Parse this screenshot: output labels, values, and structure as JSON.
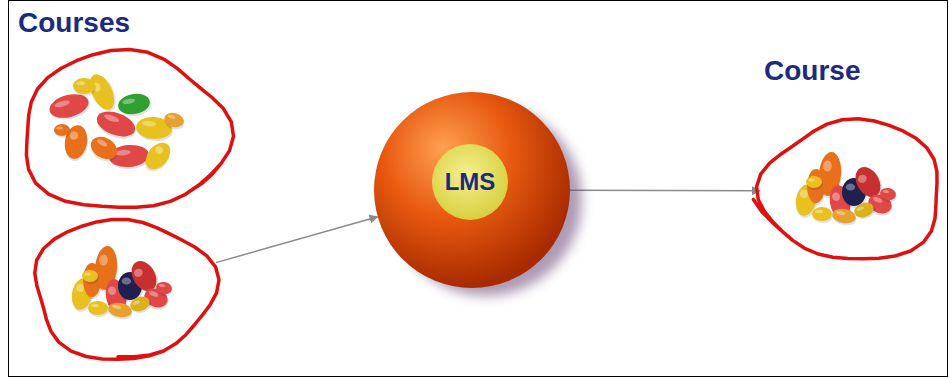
{
  "diagram": {
    "nodes": [
      {
        "text": [
          "Courses"
        ]
      },
      {
        "text": []
      },
      {
        "text": [
          "LMS"
        ]
      },
      {
        "text": [
          "Course"
        ]
      }
    ],
    "edges": [
      {
        "from": 1,
        "to": 2,
        "arrow": "to"
      },
      {
        "from": 2,
        "to": 3,
        "arrow": "to"
      }
    ]
  }
}
